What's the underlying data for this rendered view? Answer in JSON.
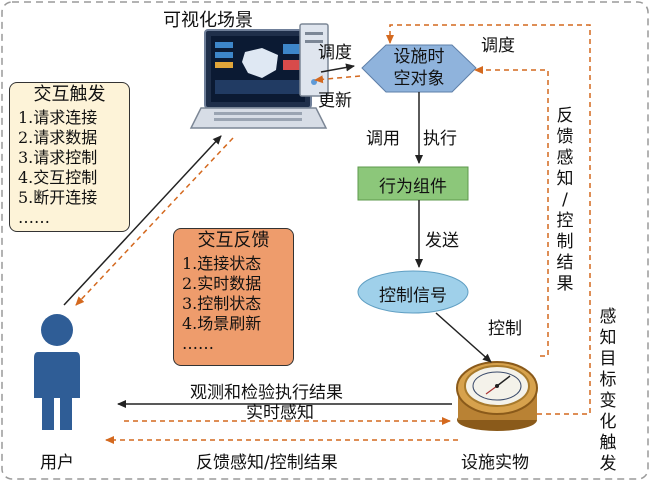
{
  "colors": {
    "solid_arrow": "#222222",
    "dashed_arrow": "#d4691f",
    "outer_border": "#9a9a9a",
    "hexagon_fill": "#8fb3dc",
    "behavior_fill": "#8cc77a",
    "signal_fill": "#9fd0ea",
    "trigger_box_fill": "#fdf3d8",
    "feedback_box_fill": "#ee9c6c",
    "user_figure": "#2f5d96"
  },
  "nodes": {
    "scene_label": "可视化场景",
    "spatiotemporal_object": [
      "设施时",
      "空对象"
    ],
    "behavior_component": "行为组件",
    "control_signal": "控制信号",
    "user_label": "用户",
    "physical_facility_label": "设施实物"
  },
  "edges": {
    "dispatch_left": "调度",
    "update": "更新",
    "dispatch_right": "调度",
    "call": "调用",
    "execute": "执行",
    "send": "发送",
    "control": "控制",
    "observe_verify": "观测和检验执行结果",
    "realtime_perception": "实时感知",
    "feedback_result_bottom": "反馈感知/控制结果",
    "feedback_result_vertical": [
      "反",
      "馈",
      "感",
      "知",
      "/",
      "控",
      "制",
      "结",
      "果"
    ],
    "perceive_trigger_vertical": [
      "感",
      "知",
      "目",
      "标",
      "变",
      "化",
      "触",
      "发"
    ]
  },
  "interaction_trigger": {
    "title": "交互触发",
    "items": [
      "1.请求连接",
      "2.请求数据",
      "3.请求控制",
      "4.交互控制",
      "5.断开连接",
      "……"
    ]
  },
  "interaction_feedback": {
    "title": "交互反馈",
    "items": [
      "1.连接状态",
      "2.实时数据",
      "3.控制状态",
      "4.场景刷新",
      "……"
    ]
  }
}
